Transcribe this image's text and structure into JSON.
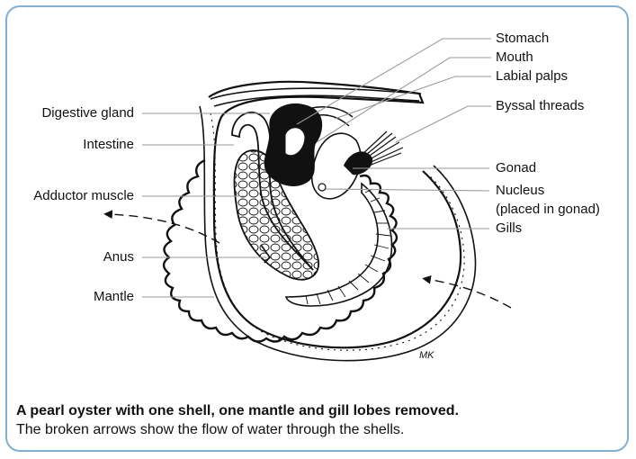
{
  "labels_left": {
    "digestive_gland": "Digestive gland",
    "intestine": "Intestine",
    "adductor_muscle": "Adductor muscle",
    "anus": "Anus",
    "mantle": "Mantle"
  },
  "labels_right": {
    "stomach": "Stomach",
    "mouth": "Mouth",
    "labial_palps": "Labial palps",
    "byssal_threads": "Byssal threads",
    "gonad": "Gonad",
    "nucleus": "Nucleus",
    "nucleus_note": "(placed in gonad)",
    "gills": "Gills"
  },
  "signature": "MK",
  "caption": {
    "title": "A pearl oyster with one shell, one mantle and gill lobes removed.",
    "text": "The broken arrows show the flow of water through the shells."
  },
  "colors": {
    "frame": "#7fb0d6",
    "ink": "#111111",
    "leader": "#9a9a9a"
  }
}
